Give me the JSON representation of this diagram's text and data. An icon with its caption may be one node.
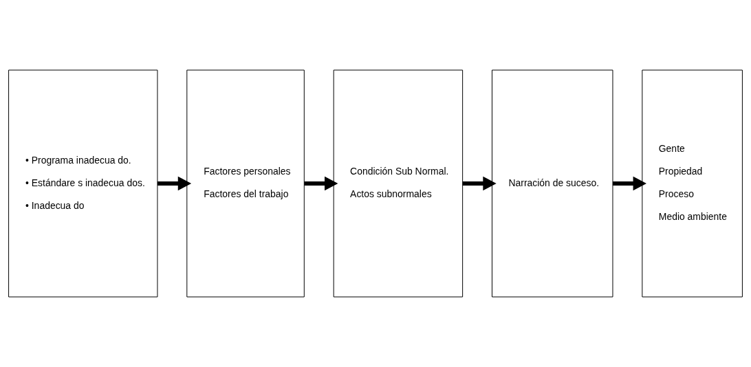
{
  "diagram": {
    "nodes": [
      {
        "text": [
          "• Programa inadecua do.",
          "• Estándare s inadecua dos.",
          "• Inadecua do"
        ]
      },
      {
        "text": [
          "Factores personales",
          "Factores del trabajo"
        ]
      },
      {
        "text": [
          "Condición Sub Normal.",
          "Actos subnormales"
        ]
      },
      {
        "text": [
          "Narración de suceso."
        ]
      },
      {
        "text": [
          "Gente",
          "Propiedad",
          "Proceso",
          "Medio ambiente"
        ]
      }
    ],
    "edges": [
      {
        "from": 0,
        "to": 1,
        "arrow": "to"
      },
      {
        "from": 1,
        "to": 2,
        "arrow": "to"
      },
      {
        "from": 2,
        "to": 3,
        "arrow": "to"
      },
      {
        "from": 3,
        "to": 4,
        "arrow": "to"
      }
    ]
  }
}
